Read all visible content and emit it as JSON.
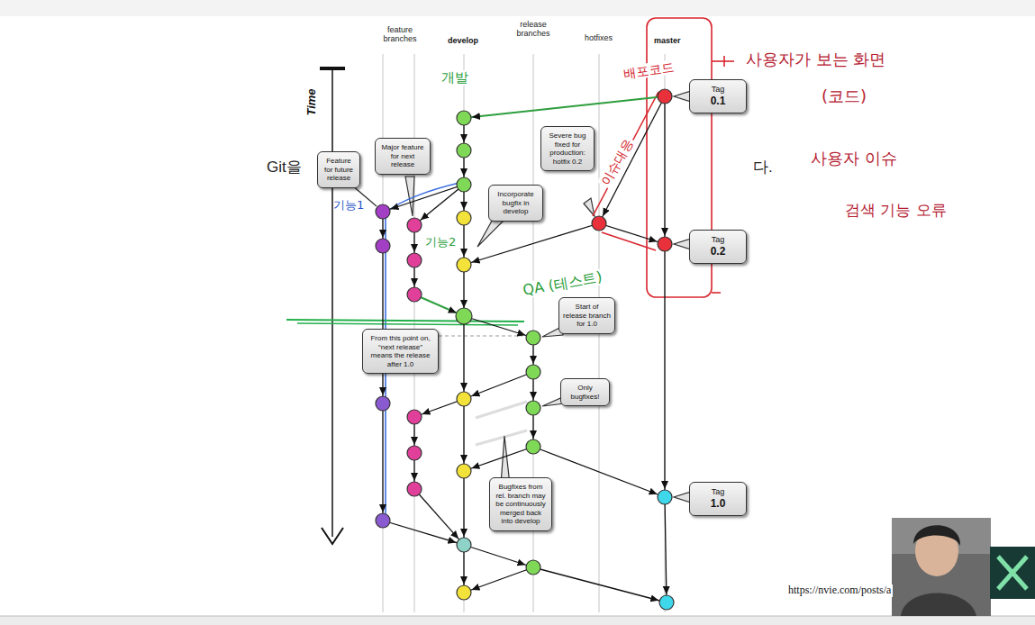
{
  "diagram": {
    "nodes": [
      {
        "text": [
          "Tag",
          "0.1"
        ]
      },
      {
        "text": [
          "Major feature for next release"
        ]
      },
      {
        "text": [
          "Severe bug fixed for production: hotfix 0.2"
        ]
      },
      {
        "text": [
          "Feature for future release"
        ]
      },
      {
        "text": [
          "Incorporate bugfix in develop"
        ]
      },
      {
        "text": [
          "Tag",
          "0.2"
        ]
      },
      {
        "text": [
          "Start of release branch for 1.0"
        ]
      },
      {
        "text": [
          "From this point on, “next release” means the release after 1.0"
        ]
      },
      {
        "text": [
          "Only bugfixes!"
        ]
      },
      {
        "text": [
          "Tag",
          "1.0"
        ]
      },
      {
        "text": [
          "Bugfixes from rel. branch may be continuously merged back into develop"
        ]
      }
    ],
    "labels": [
      "feature branches",
      "develop",
      "release branches",
      "hotfixes",
      "master",
      "Time",
      "Git을",
      "다.",
      "https://nvie.com/posts/a",
      "개발",
      "배포코드",
      "사용자가 보는 화면",
      "(코드)",
      "사용자 이슈",
      "검색 기능 오류",
      "이슈대응",
      "QA (테스트)",
      "기능1",
      "기능2"
    ]
  }
}
